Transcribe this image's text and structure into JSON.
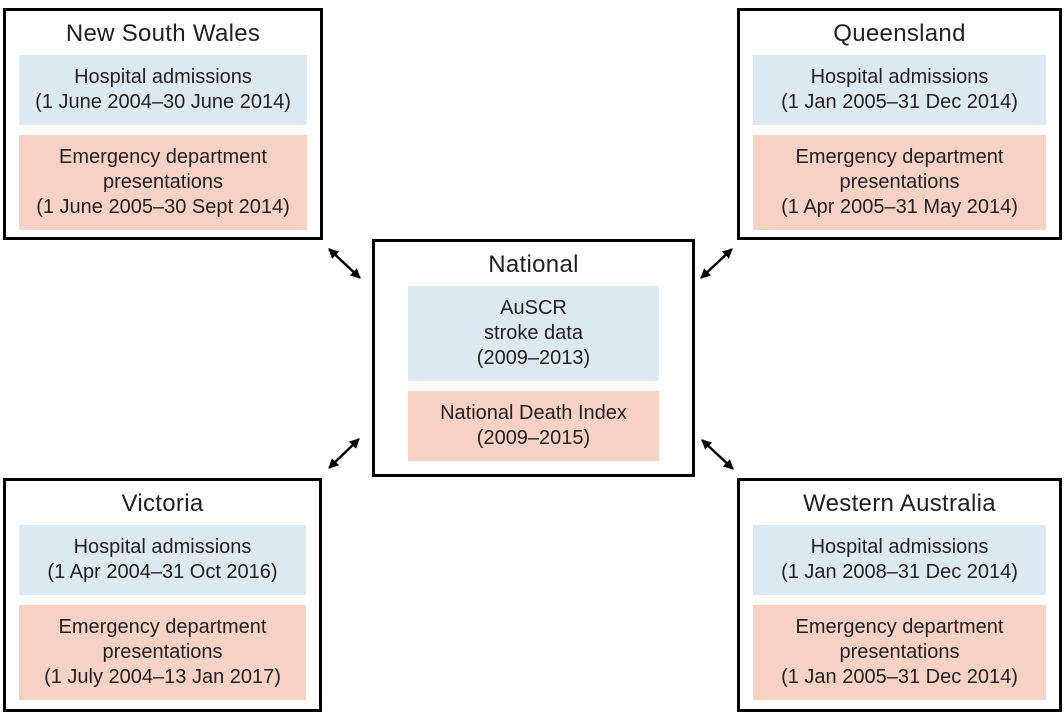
{
  "colors": {
    "hospital_fill": "#dce9f1",
    "emergency_fill": "#f5d2c4",
    "border": "#000000",
    "text": "#231f20"
  },
  "national": {
    "title": "National",
    "registry_lines": [
      "AuSCR",
      "stroke data",
      "(2009–2013)"
    ],
    "deaths_lines": [
      "National Death Index",
      "(2009–2015)"
    ]
  },
  "states": {
    "nsw": {
      "title": "New South Wales",
      "hospital_lines": [
        "Hospital admissions",
        "(1 June 2004–30 June 2014)"
      ],
      "ed_lines": [
        "Emergency department",
        "presentations",
        "(1 June 2005–30 Sept 2014)"
      ]
    },
    "qld": {
      "title": "Queensland",
      "hospital_lines": [
        "Hospital admissions",
        "(1 Jan 2005–31 Dec 2014)"
      ],
      "ed_lines": [
        "Emergency department",
        "presentations",
        "(1 Apr 2005–31 May 2014)"
      ]
    },
    "vic": {
      "title": "Victoria",
      "hospital_lines": [
        "Hospital admissions",
        "(1 Apr 2004–31 Oct 2016)"
      ],
      "ed_lines": [
        "Emergency department",
        "presentations",
        "(1 July 2004–13 Jan 2017)"
      ]
    },
    "wa": {
      "title": "Western Australia",
      "hospital_lines": [
        "Hospital admissions",
        "(1 Jan 2008–31 Dec 2014)"
      ],
      "ed_lines": [
        "Emergency department",
        "presentations",
        "(1 Jan 2005–31 Dec 2014)"
      ]
    }
  }
}
